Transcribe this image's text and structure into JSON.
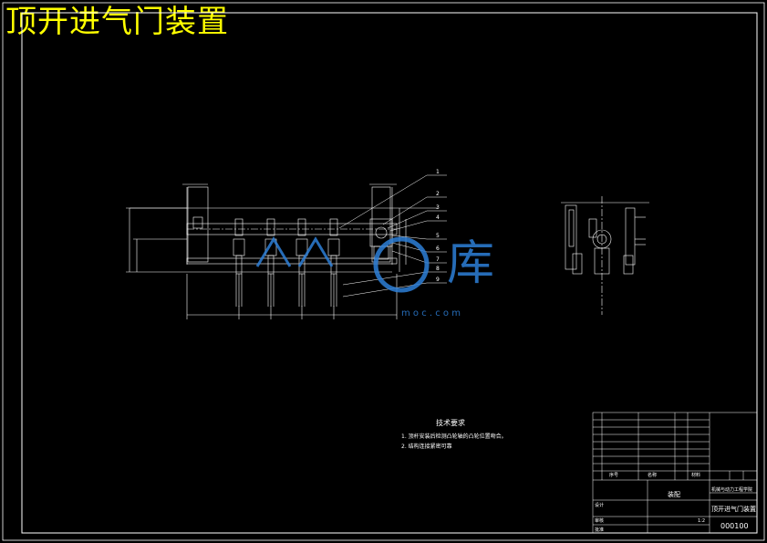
{
  "title": "顶开进气门装置",
  "watermark": {
    "text": "库",
    "url": "m o c . c o m"
  },
  "tech_requirements": {
    "heading": "技术要求",
    "items": [
      "1. 顶杆安装后检测凸轮轴的凸轮位置吻合。",
      "2. 结构连接紧密可靠"
    ]
  },
  "balloons": [
    "1",
    "2",
    "3",
    "4",
    "5",
    "6",
    "7",
    "8",
    "9"
  ],
  "title_block": {
    "drawing_name": "顶开进气门装置",
    "drawing_number": "000100",
    "assembly_label": "装配",
    "scale": "1:2",
    "col_seq": "序号",
    "col_name": "名称",
    "col_material": "材料",
    "designer": "设计",
    "checker": "审核",
    "approver": "批准",
    "school": "机械与动力工程学院"
  },
  "colors": {
    "background": "#000000",
    "line": "#ffffff",
    "title": "#ffff00",
    "watermark": "#2d7fd8"
  }
}
